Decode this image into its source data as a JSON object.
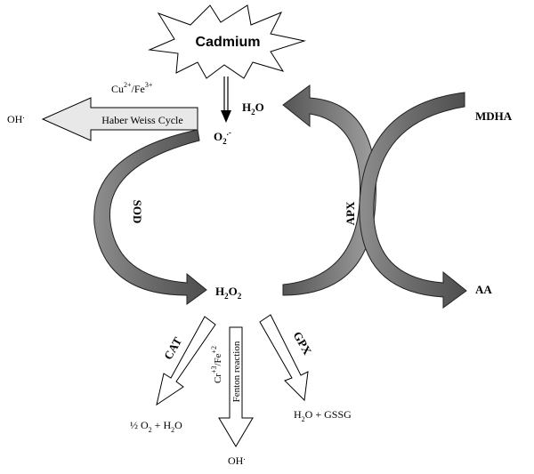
{
  "nodes": {
    "cadmium": "Cadmium",
    "superoxide": {
      "base": "O",
      "sub": "2",
      "sup": ".-"
    },
    "water_top": {
      "base": "H",
      "sub": "2",
      "rest": "O"
    },
    "mdha": "MDHA",
    "hydrogen_peroxide": {
      "base": "H",
      "sub": "2",
      "rest": "O",
      "sub2": "2"
    },
    "aa": "AA",
    "hydroxyl_left": {
      "base": "OH",
      "sup": "."
    },
    "hydroxyl_bottom": {
      "base": "OH",
      "sup": "."
    },
    "cat_products": {
      "frac": "½ O",
      "sub": "2",
      "rest": " + H",
      "sub2": "2",
      "rest2": "O"
    },
    "gpx_products": {
      "base": "H",
      "sub": "2",
      "rest": "O + GSSG"
    }
  },
  "enzymes": {
    "sod": "SOD",
    "apx": "APX",
    "cat": "CAT",
    "gpx": "GPX"
  },
  "reactions": {
    "haber_weiss": "Haber Weiss Cycle",
    "haber_catalyst": {
      "a": "Cu",
      "a_sup": "2+",
      "sep": "/Fe",
      "b_sup": "3+"
    },
    "fenton": "Fenton reaction",
    "fenton_catalyst": {
      "a": "Cr",
      "a_sup": "+3",
      "sep": "/Fe",
      "b_sup": "+2"
    }
  }
}
